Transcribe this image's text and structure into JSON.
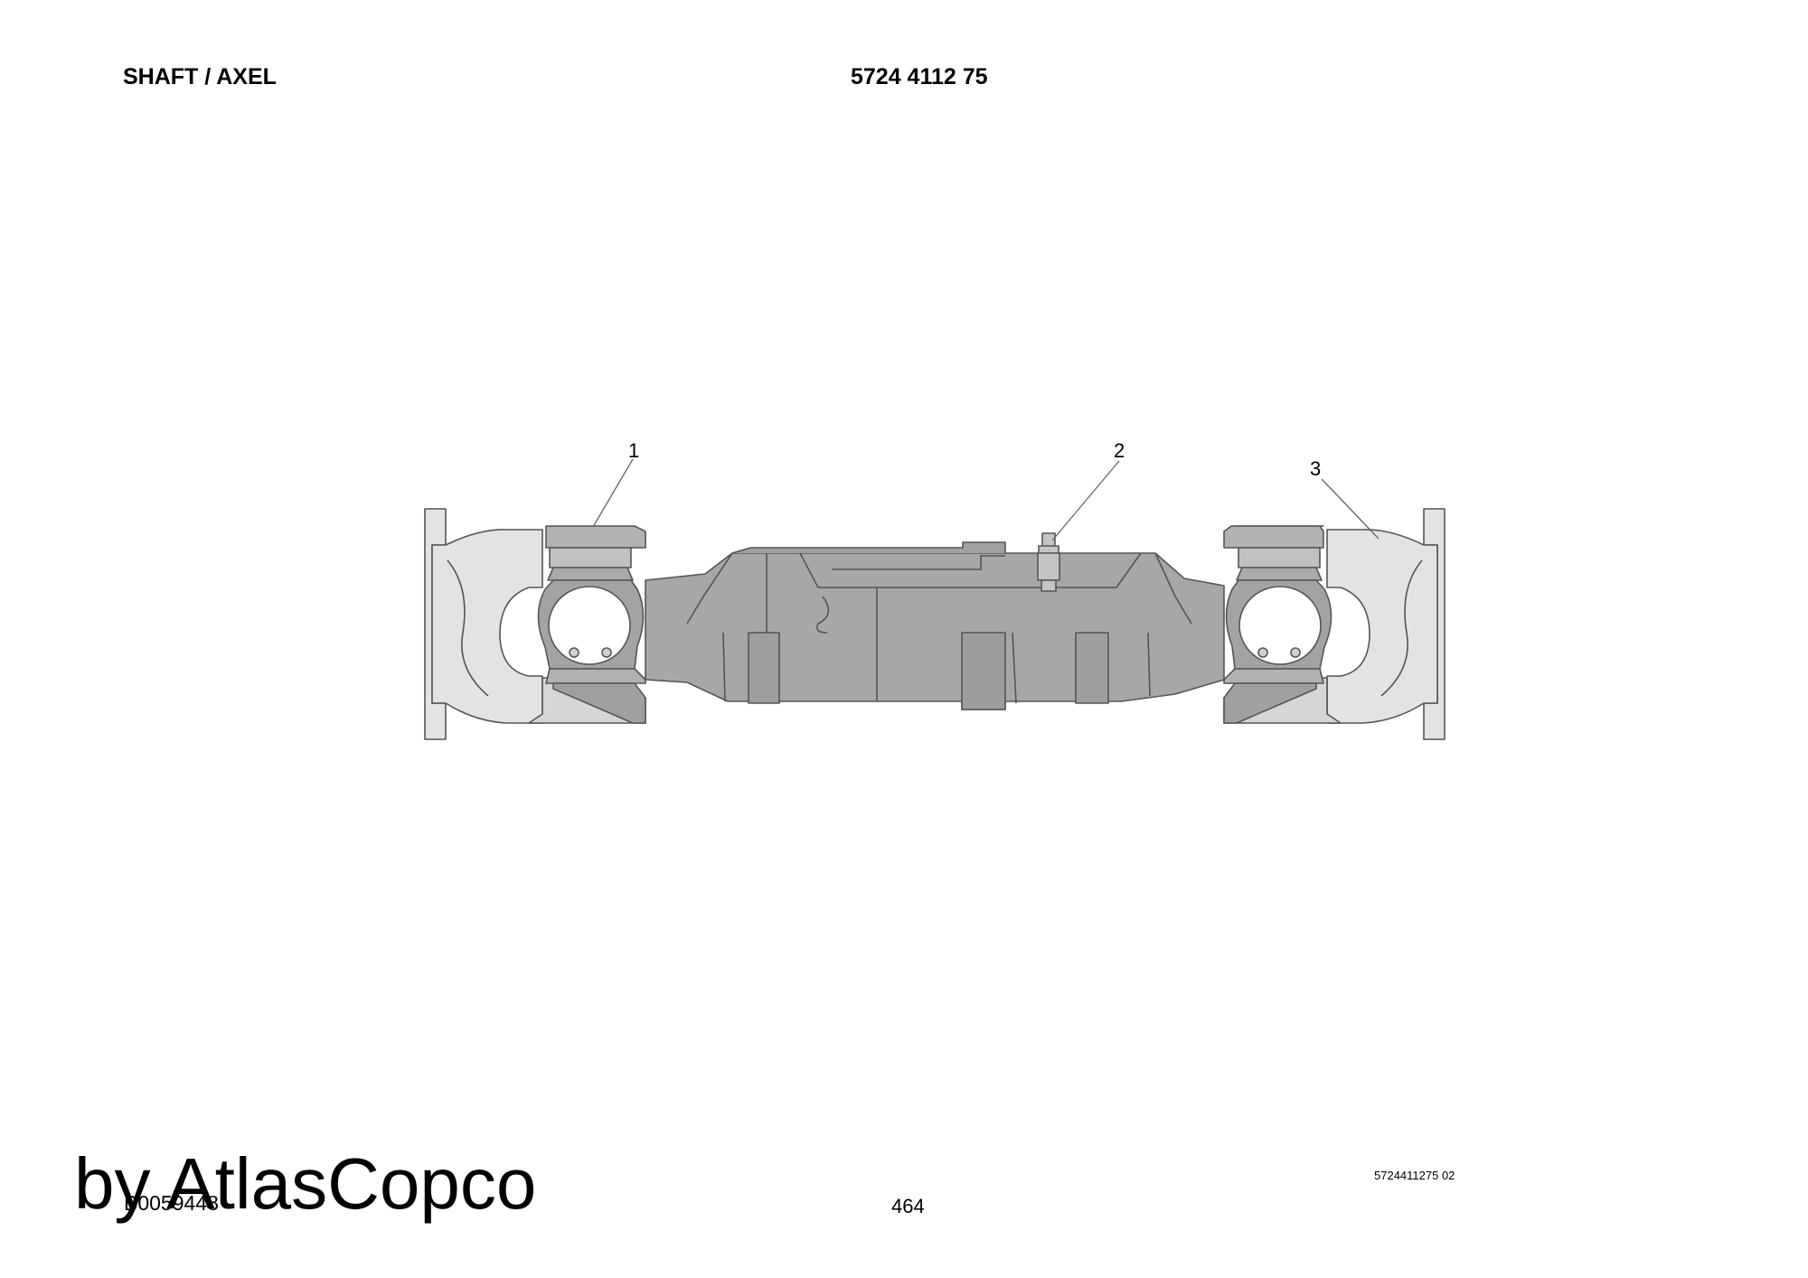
{
  "header": {
    "title": "SHAFT / AXEL",
    "part_number": "5724 4112 75"
  },
  "drawing": {
    "callouts": [
      "1",
      "2",
      "3"
    ]
  },
  "footer": {
    "watermark": "by AtlasCopco",
    "drawing_code": "B0059448",
    "page_number": "464",
    "document_ref": "5724411275 02"
  }
}
